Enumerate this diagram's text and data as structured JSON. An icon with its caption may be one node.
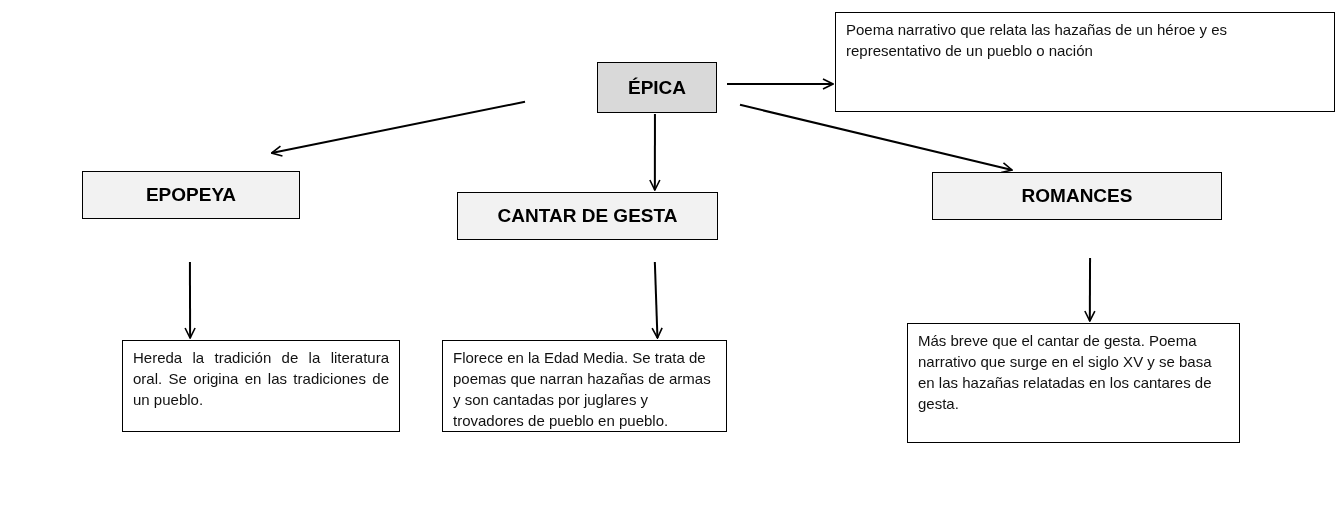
{
  "diagram": {
    "nodes": [
      {
        "text": [
          "ÉPICA"
        ]
      },
      {
        "text": [
          "Poema narrativo que relata las hazañas de un héroe y es representativo de un pueblo o nación"
        ]
      },
      {
        "text": [
          "EPOPEYA"
        ]
      },
      {
        "text": [
          "CANTAR DE GESTA"
        ]
      },
      {
        "text": [
          "ROMANCES"
        ]
      },
      {
        "text": [
          "Hereda la tradición de la literatura oral. Se origina en las tradiciones de un pueblo."
        ]
      },
      {
        "text": [
          "Florece en la Edad Media. Se trata de poemas que narran hazañas de armas y son cantadas por juglares y trovadores de pueblo en pueblo."
        ]
      },
      {
        "text": [
          "Más breve que el cantar de gesta. Poema narrativo que surge en el siglo XV y se basa en las hazañas relatadas en los cantares de gesta."
        ]
      }
    ],
    "edges": [
      {
        "from": 0,
        "to": 1,
        "arrow": "to"
      },
      {
        "from": 0,
        "to": 2,
        "arrow": "to"
      },
      {
        "from": 0,
        "to": 3,
        "arrow": "to"
      },
      {
        "from": 0,
        "to": 4,
        "arrow": "to"
      },
      {
        "from": 2,
        "to": 5,
        "arrow": "to"
      },
      {
        "from": 3,
        "to": 6,
        "arrow": "to"
      },
      {
        "from": 4,
        "to": 7,
        "arrow": "to"
      }
    ]
  }
}
